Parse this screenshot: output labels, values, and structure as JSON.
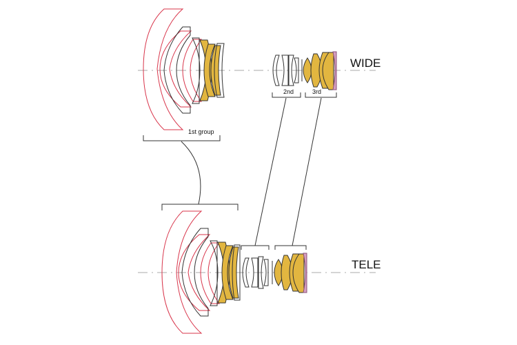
{
  "labels": {
    "wide": "WIDE",
    "tele": "TELE",
    "first_group": "1st group",
    "second_group": "2nd",
    "third_group": "3rd"
  },
  "colors": {
    "aspherical_outline": "#d8344a",
    "element_outline": "#333333",
    "special_glass_fill": "#e2b640",
    "rear_element_fill": "#d6a0c0",
    "optical_axis": "#aaaaaa"
  }
}
